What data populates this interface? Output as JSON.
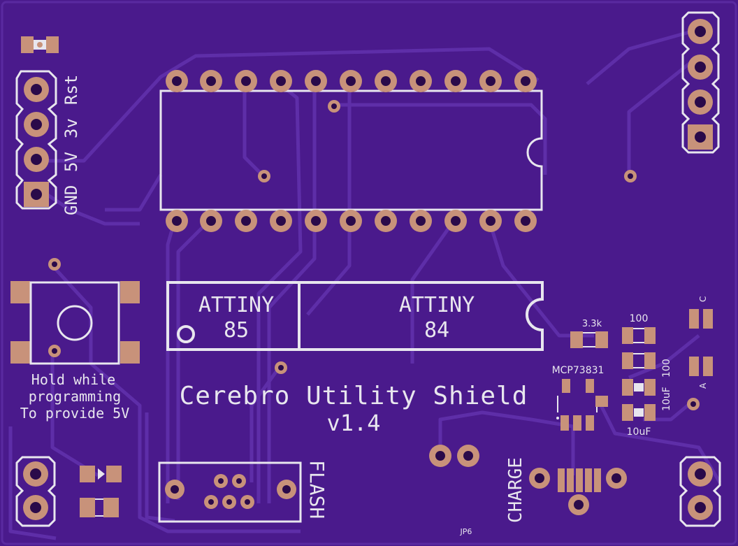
{
  "colors": {
    "board": "#4a1a8c",
    "board_edge": "#5a2aa0",
    "trace": "#5e2ea8",
    "copper": "#c8927a",
    "hole": "#2a0a4a",
    "silkscreen": "#e8e6ee"
  },
  "labels": {
    "header_left": [
      "GND",
      "5V",
      "3v",
      "Rst"
    ],
    "attiny85": [
      "ATTINY",
      "85"
    ],
    "attiny84": [
      "ATTINY",
      "84"
    ],
    "title": "Cerebro Utility Shield",
    "version": "v1.4",
    "button_note": [
      "Hold while",
      "programming",
      "To provide 5V"
    ],
    "flash": "FLASH",
    "charge": "CHARGE",
    "jp6": "JP6",
    "mcp": "MCP73831",
    "r_3k3": "3.3k",
    "r_100_top": "100",
    "r_100_side": "100",
    "c_10uf_side": "10uF",
    "c_10uf_bottom": "10uF",
    "led_c": "C",
    "led_a": "A"
  }
}
